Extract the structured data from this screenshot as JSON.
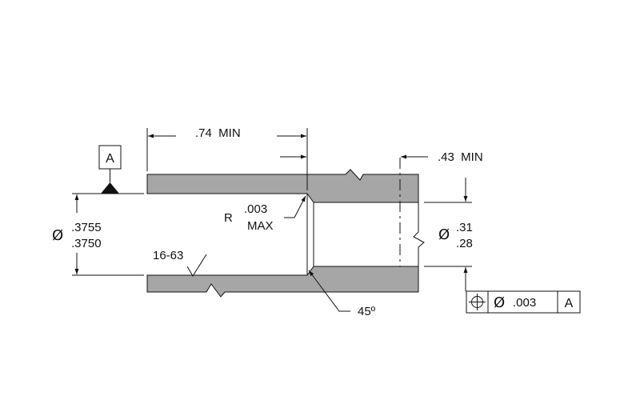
{
  "dimensions": {
    "bore_length": ".74  MIN",
    "counterbore_length": ".43  MIN",
    "bore_radius_value": ".003",
    "bore_radius_prefix": "R",
    "bore_radius_suffix": "MAX",
    "bore_diameter_symbol": "Ø",
    "bore_diameter_upper": ".3755",
    "bore_diameter_lower": ".3750",
    "small_diameter_symbol": "Ø",
    "small_diameter_upper": ".31",
    "small_diameter_lower": ".28",
    "chamfer_angle": "45º",
    "surface_finish": "16-63"
  },
  "datum": {
    "label": "A"
  },
  "feature_control_frame": {
    "symbol_icon": "position-icon",
    "diameter_symbol": "Ø",
    "tolerance": ".003",
    "datum_ref": "A"
  },
  "colors": {
    "wall_fill": "#a6a6a6",
    "line": "#111111"
  }
}
